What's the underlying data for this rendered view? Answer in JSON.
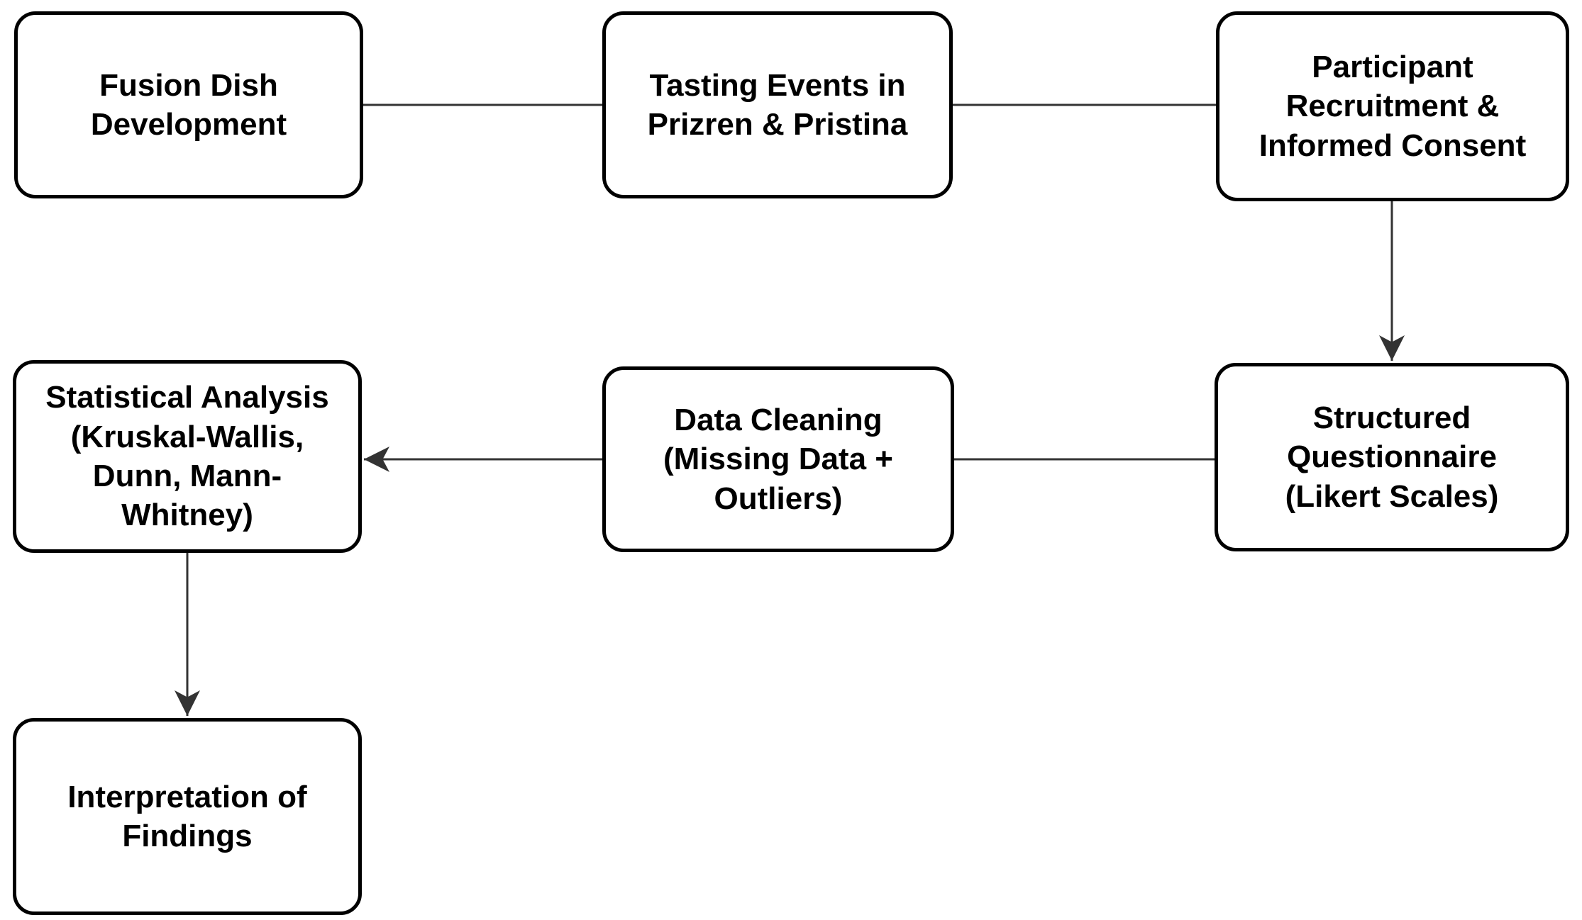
{
  "diagram": {
    "type": "flowchart",
    "nodes": [
      {
        "id": "fusion-dish-development",
        "label": "Fusion Dish\nDevelopment"
      },
      {
        "id": "tasting-events",
        "label": "Tasting Events in\nPrizren & Pristina"
      },
      {
        "id": "participant-recruitment",
        "label": "Participant\nRecruitment &\nInformed Consent"
      },
      {
        "id": "structured-questionnaire",
        "label": "Structured\nQuestionnaire\n(Likert Scales)"
      },
      {
        "id": "data-cleaning",
        "label": "Data Cleaning\n(Missing Data +\nOutliers)"
      },
      {
        "id": "statistical-analysis",
        "label": "Statistical Analysis\n(Kruskal-Wallis,\nDunn, Mann-\nWhitney)"
      },
      {
        "id": "interpretation-of-findings",
        "label": "Interpretation of\nFindings"
      }
    ],
    "edges": [
      {
        "from": "fusion-dish-development",
        "to": "tasting-events",
        "arrowhead": false,
        "orientation": "horizontal"
      },
      {
        "from": "tasting-events",
        "to": "participant-recruitment",
        "arrowhead": false,
        "orientation": "horizontal"
      },
      {
        "from": "participant-recruitment",
        "to": "structured-questionnaire",
        "arrowhead": true,
        "orientation": "vertical"
      },
      {
        "from": "structured-questionnaire",
        "to": "data-cleaning",
        "arrowhead": false,
        "orientation": "horizontal"
      },
      {
        "from": "data-cleaning",
        "to": "statistical-analysis",
        "arrowhead": true,
        "orientation": "horizontal"
      },
      {
        "from": "statistical-analysis",
        "to": "interpretation-of-findings",
        "arrowhead": true,
        "orientation": "vertical"
      }
    ],
    "colors": {
      "node_fill": "#ffffff",
      "node_border": "#000000",
      "text": "#000000",
      "connector": "#333333",
      "background": "#ffffff"
    }
  }
}
